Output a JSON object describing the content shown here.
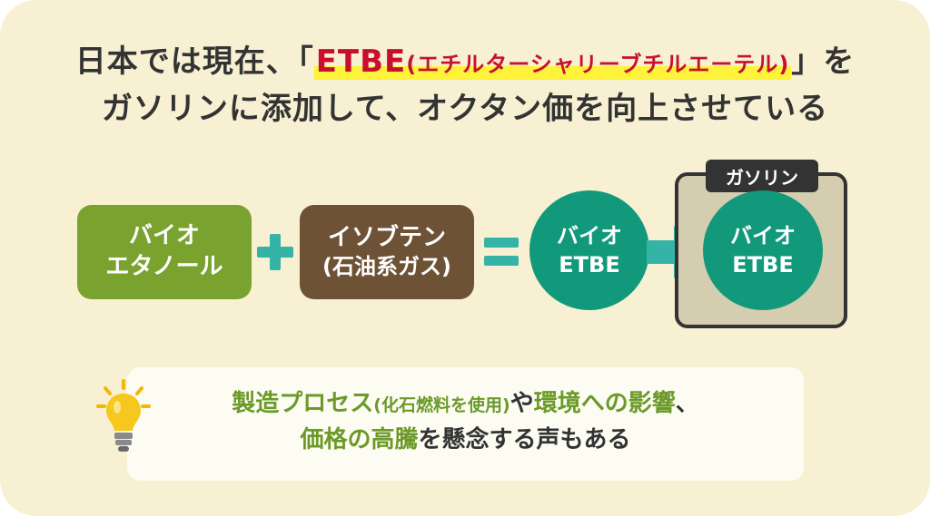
{
  "title": {
    "line1_pre": "日本では現在、「",
    "line1_hl": "ETBE",
    "line1_hl_paren": "(エチルターシャリーブチルエーテル)",
    "line1_post": "」を",
    "line2": "ガソリンに添加して、オクタン価を向上させている"
  },
  "diagram": {
    "bioethanol_line1": "バイオ",
    "bioethanol_line2": "エタノール",
    "isobutene_line1": "イソブテン",
    "isobutene_line2": "(石油系ガス)",
    "result_line1": "バイオ",
    "result_line2": "ETBE",
    "gasoline_label": "ガソリン",
    "mixed_line1": "バイオ",
    "mixed_line2": "ETBE"
  },
  "note": {
    "p1": "製造プロセス",
    "p2": "(化石燃料を使用)",
    "p3": "や",
    "p4": "環境への影響",
    "p5": "、",
    "p6": "価格の高騰",
    "p7": "を懸念する声もある"
  },
  "icons": {
    "idea": "lightbulb-icon",
    "arrow": "arrow-right-icon"
  },
  "colors": {
    "background": "#f7f0d2",
    "highlight_text": "#c8102e",
    "highlight_marker": "#fff23a",
    "bioethanol": "#7aa22f",
    "isobutene": "#6e5236",
    "etbe": "#12997c",
    "operator": "#35b3a7",
    "note_emphasis": "#6b9a28"
  }
}
